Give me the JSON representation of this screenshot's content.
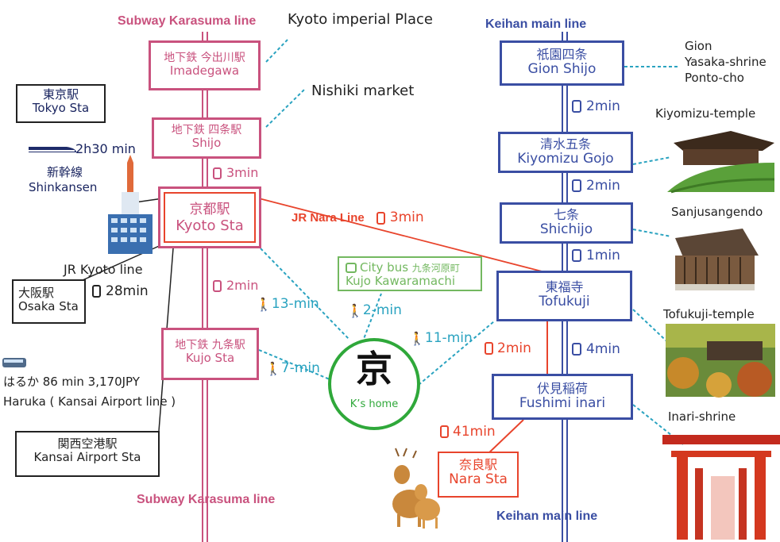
{
  "subway": {
    "title": "Subway Karasuma line",
    "stations": [
      {
        "jp": "地下鉄 今出川駅",
        "en": "Imadegawa"
      },
      {
        "jp": "地下鉄 四条駅",
        "en": "Shijo"
      },
      {
        "jp": "京都駅",
        "en": "Kyoto Sta"
      },
      {
        "jp": "地下鉄 九条駅",
        "en": "Kujo Sta"
      }
    ],
    "times": [
      "3min",
      "2min"
    ]
  },
  "keihan": {
    "title": "Keihan main line",
    "stations": [
      {
        "jp": "祇園四条",
        "en": "Gion Shijo"
      },
      {
        "jp": "清水五条",
        "en": "Kiyomizu Gojo"
      },
      {
        "jp": "七条",
        "en": "Shichijo"
      },
      {
        "jp": "東福寺",
        "en": "Tofukuji"
      },
      {
        "jp": "伏見稲荷",
        "en": "Fushimi inari"
      }
    ],
    "times": [
      "2min",
      "2min",
      "1min",
      "4min"
    ]
  },
  "jr_nara": {
    "label": "JR Nara Line",
    "time": "3min",
    "tofukuji_fushimi": "2min",
    "fushimi_nara": "41min"
  },
  "nara": {
    "jp": "奈良駅",
    "en": "Nara Sta"
  },
  "bus": {
    "label": "City bus",
    "stop_jp": "九条河原町",
    "stop_en": "Kujo Kawaramachi",
    "walk": "2-min"
  },
  "walks": {
    "kyoto": "13-min",
    "kujo": "7-min",
    "tofukuji": "11-min"
  },
  "home": {
    "name": "K’s home",
    "logo_char": "京"
  },
  "spots": {
    "imperial": "Kyoto imperial Place",
    "nishiki": "Nishiki market",
    "gion": [
      "Gion",
      "Yasaka-shrine",
      "Ponto-cho"
    ],
    "kiyomizu": "Kiyomizu-temple",
    "sanjusangendo": "Sanjusangendo",
    "tofukuji": "Tofukuji-temple",
    "inari": "Inari-shrine"
  },
  "left": {
    "tokyo": {
      "jp": "東京駅",
      "en": "Tokyo Sta"
    },
    "shinkansen_time": "2h30 min",
    "shinkansen_jp": "新幹線",
    "shinkansen_en": "Shinkansen",
    "jr_kyoto_line": "JR Kyoto line",
    "osaka_time": "28min",
    "osaka": {
      "jp": "大阪駅",
      "en": "Osaka Sta"
    },
    "haruka": "はるか 86 min 3,170JPY",
    "haruka_line": "Haruka ( Kansai Airport line )",
    "kansai": {
      "jp": "関西空港駅",
      "en": "Kansai Airport Sta"
    }
  },
  "colors": {
    "subway": "#c9527e",
    "keihan": "#3a4ea3",
    "jr": "#e8442c",
    "walk": "#2aa3c0",
    "bus": "#73b860",
    "home": "#2fa83a"
  }
}
